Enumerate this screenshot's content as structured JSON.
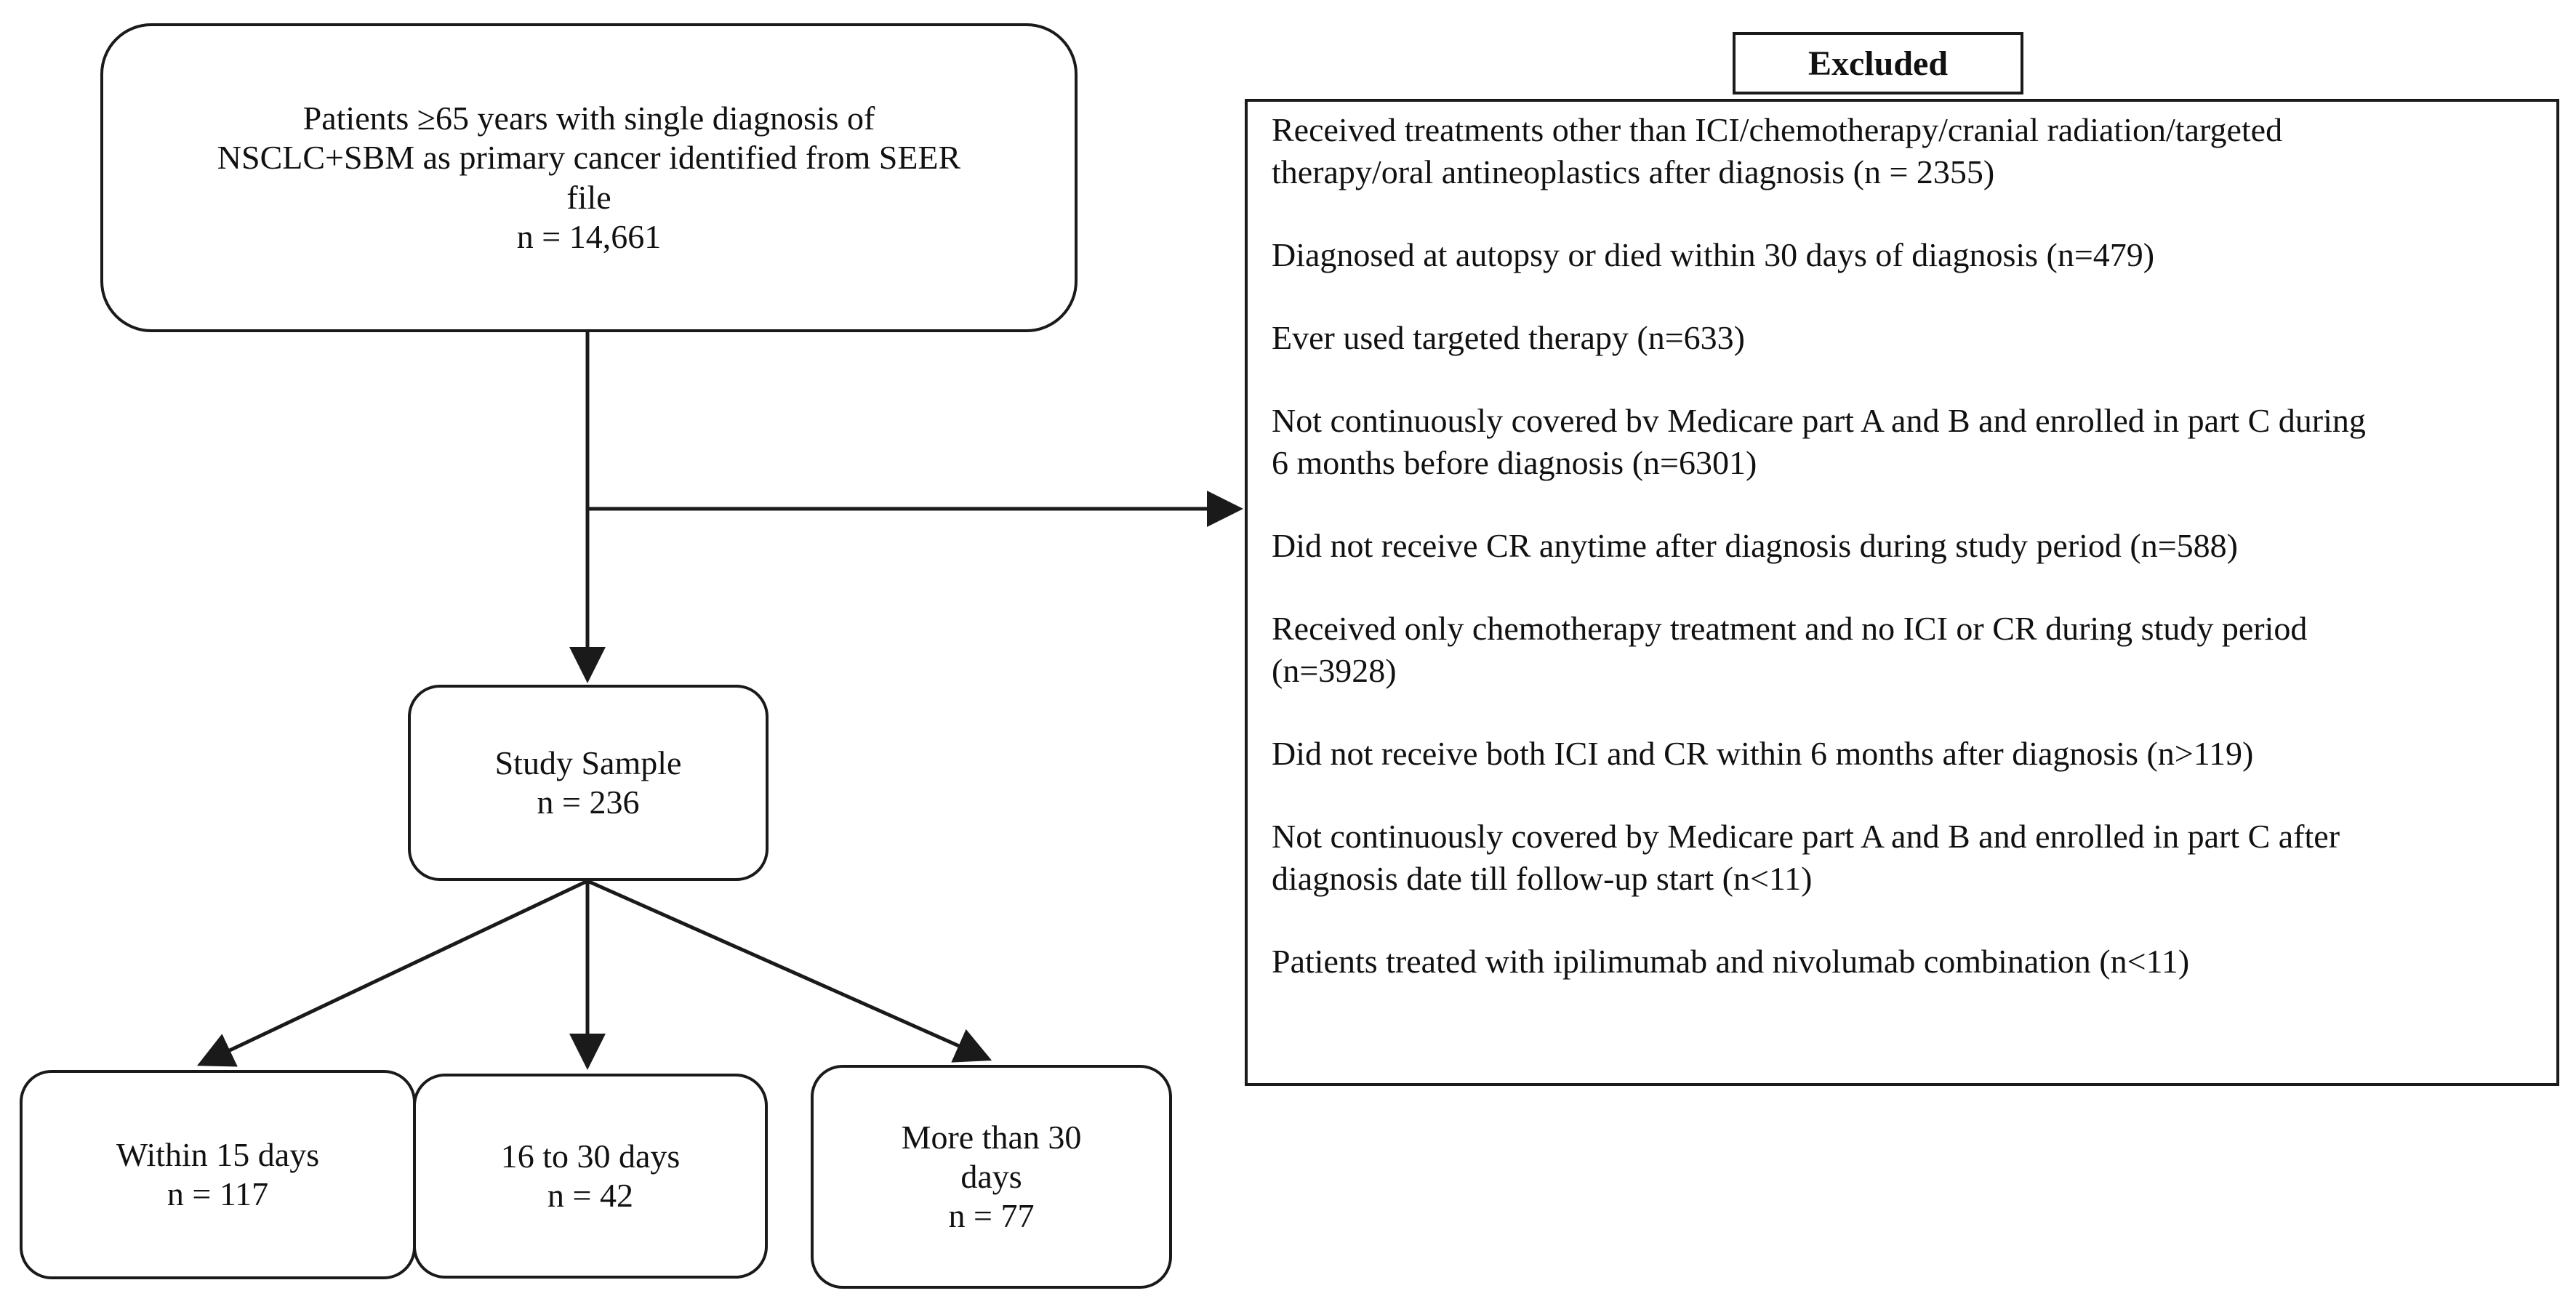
{
  "source_box": {
    "lines": [
      "Patients ≥65 years with single diagnosis of",
      "NSCLC+SBM  as primary cancer identified from SEER",
      "file",
      "n = 14,661"
    ]
  },
  "study_sample": {
    "label": "Study Sample",
    "count": "n = 236"
  },
  "groups": [
    {
      "lines": [
        "Within 15 days",
        "n = 117"
      ]
    },
    {
      "lines": [
        "16 to 30 days",
        "n = 42"
      ]
    },
    {
      "lines": [
        "More than 30",
        "days",
        "n = 77"
      ]
    }
  ],
  "excluded": {
    "title": "Excluded",
    "items": [
      {
        "lines": [
          "Received treatments other than ICI/chemotherapy/cranial  radiation/targeted",
          "therapy/oral antineoplastics after diagnosis (n = 2355)"
        ]
      },
      {
        "lines": [
          "Diagnosed at autopsy or died within  30 days of diagnosis (n=479)"
        ]
      },
      {
        "lines": [
          "Ever used targeted therapy (n=633)"
        ]
      },
      {
        "lines": [
          "Not continuously  covered bv Medicare part A and B and enrolled in part C during",
          "6 months  before diagnosis  (n=6301)"
        ]
      },
      {
        "lines": [
          "Did not receive CR anytime after diagnosis during  study period (n=588)"
        ]
      },
      {
        "lines": [
          "Received only chemotherapy treatment and no ICI or CR during study period",
          "(n=3928)"
        ]
      },
      {
        "lines": [
          "Did not receive both ICI and CR within 6 months  after diagnosis  (n>119)"
        ]
      },
      {
        "lines": [
          "Not continuously covered by Medicare part A and B and enrolled in part C after",
          "diagnosis date till follow-up start  (n<11)"
        ]
      },
      {
        "lines": [
          "Patients  treated with ipilimumab and nivolumab combination  (n<11)"
        ]
      }
    ]
  },
  "colors": {
    "stroke": "#1a1a1a",
    "background": "#ffffff"
  }
}
